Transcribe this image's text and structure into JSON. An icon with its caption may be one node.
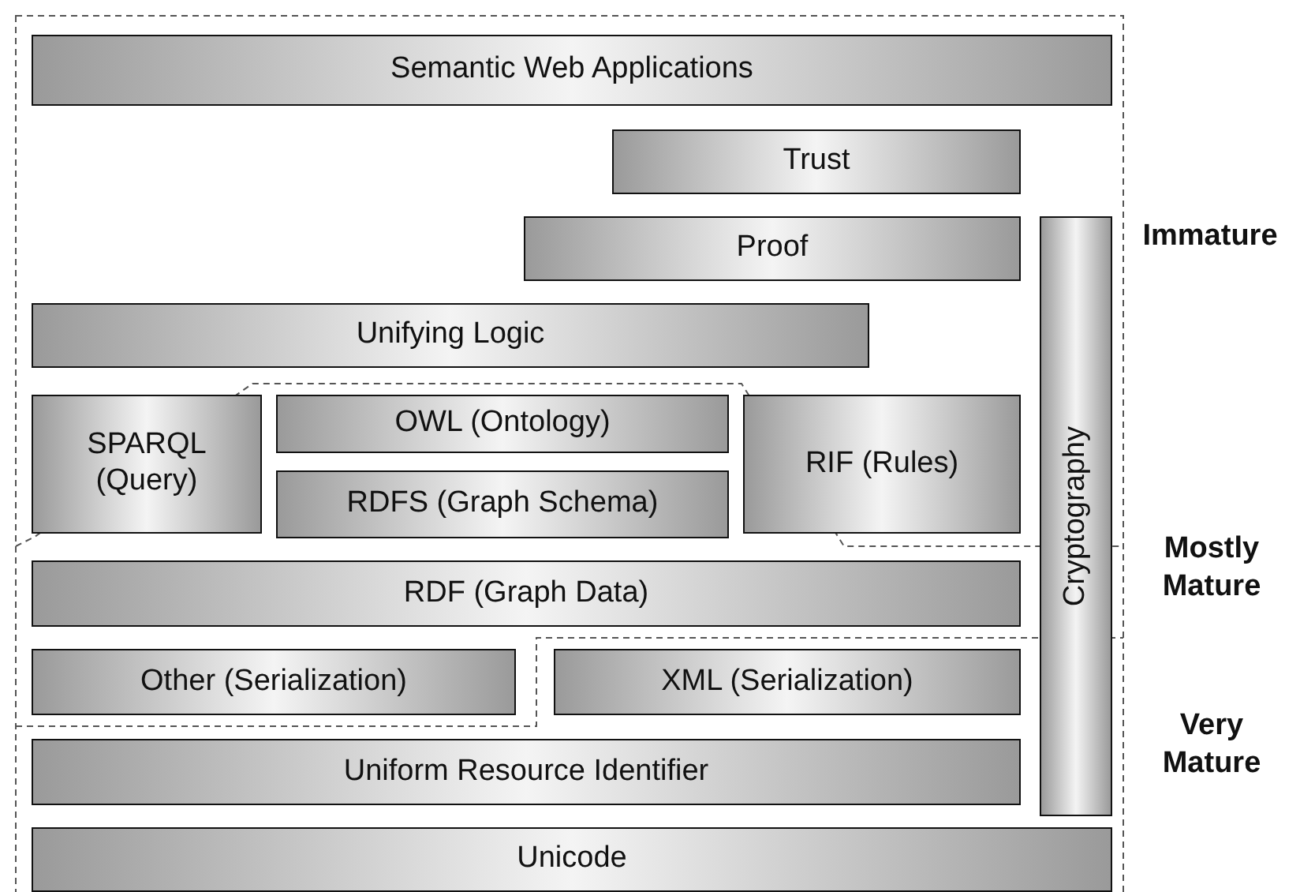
{
  "diagram": {
    "nodes": [
      {
        "text": [
          "Semantic Web Applications"
        ]
      },
      {
        "text": [
          "Trust"
        ]
      },
      {
        "text": [
          "Proof"
        ]
      },
      {
        "text": [
          "Unifying Logic"
        ]
      },
      {
        "text": [
          "SPARQL (Query)"
        ]
      },
      {
        "text": [
          "OWL (Ontology)"
        ]
      },
      {
        "text": [
          "RDFS (Graph Schema)"
        ]
      },
      {
        "text": [
          "RIF (Rules)"
        ]
      },
      {
        "text": [
          "RDF (Graph Data)"
        ]
      },
      {
        "text": [
          "Other (Serialization)"
        ]
      },
      {
        "text": [
          "XML (Serialization)"
        ]
      },
      {
        "text": [
          "Uniform Resource Identifier"
        ]
      },
      {
        "text": [
          "Unicode"
        ]
      },
      {
        "text": [
          "Cryptography"
        ]
      }
    ],
    "labels": [
      "Immature",
      "Mostly Mature",
      "Very Mature"
    ]
  }
}
